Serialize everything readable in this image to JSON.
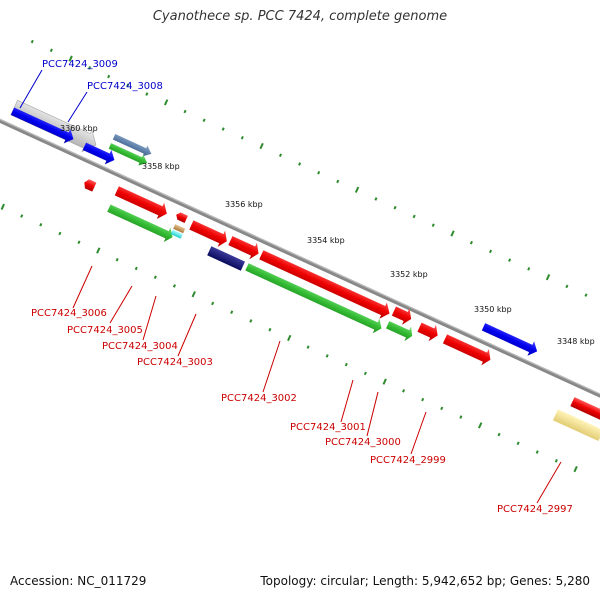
{
  "title": "Cyanothece sp. PCC 7424, complete genome",
  "footer": {
    "accession": "Accession: NC_011729",
    "topology": "Topology: circular; Length: 5,942,652 bp; Genes: 5,280"
  },
  "colors": {
    "backbone": "#8a8a8a",
    "tick": "#2e8b2e",
    "label_forward": "#0000cc",
    "label_reverse": "#cc0000"
  },
  "ruler": [
    {
      "label": "3360 kbp"
    },
    {
      "label": "3358 kbp"
    },
    {
      "label": "3356 kbp"
    },
    {
      "label": "3354 kbp"
    },
    {
      "label": "3352 kbp"
    },
    {
      "label": "3350 kbp"
    },
    {
      "label": "3348 kbp"
    }
  ],
  "gene_labels": [
    {
      "id": "PCC7424_3009",
      "strand": "forward"
    },
    {
      "id": "PCC7424_3008",
      "strand": "forward"
    },
    {
      "id": "PCC7424_3006",
      "strand": "reverse"
    },
    {
      "id": "PCC7424_3005",
      "strand": "reverse"
    },
    {
      "id": "PCC7424_3004",
      "strand": "reverse"
    },
    {
      "id": "PCC7424_3003",
      "strand": "reverse"
    },
    {
      "id": "PCC7424_3002",
      "strand": "reverse"
    },
    {
      "id": "PCC7424_3001",
      "strand": "reverse"
    },
    {
      "id": "PCC7424_3000",
      "strand": "reverse"
    },
    {
      "id": "PCC7424_2999",
      "strand": "reverse"
    },
    {
      "id": "PCC7424_2997",
      "strand": "reverse"
    }
  ]
}
